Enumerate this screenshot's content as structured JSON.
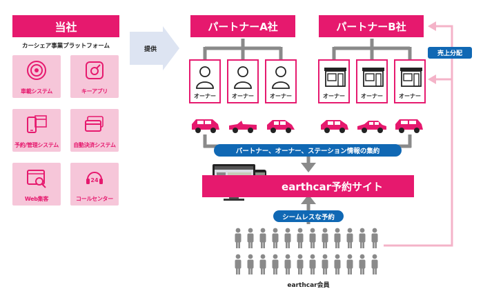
{
  "left": {
    "header": "当社",
    "subtitle": "カーシェア事業プラットフォーム",
    "tiles": [
      {
        "label": "車載システム",
        "icon": "device-icon"
      },
      {
        "label": "キーアプリ",
        "icon": "key-app-icon"
      },
      {
        "label": "予約/管理システム",
        "icon": "phone-calendar-icon"
      },
      {
        "label": "自動決済システム",
        "icon": "credit-card-icon"
      },
      {
        "label": "Web集客",
        "icon": "browser-search-icon"
      },
      {
        "label": "コールセンター",
        "icon": "headset-24-icon"
      }
    ]
  },
  "provide_label": "提供",
  "partner_a": {
    "title": "パートナーA社",
    "owners": [
      "オーナー",
      "オーナー",
      "オーナー"
    ]
  },
  "partner_b": {
    "title": "パートナーB社",
    "owners": [
      "オーナー",
      "オーナー",
      "オーナー"
    ]
  },
  "aggregation_label": "パートナー、オーナー、ステーション情報の集約",
  "reservation_site": "earthcar予約サイト",
  "seamless_label": "シームレスな予約",
  "members_label": "earthcar会員",
  "revenue_label": "売上分配",
  "colors": {
    "brand_pink": "#e6196e",
    "light_pink": "#f6c6d9",
    "flow_pink": "#f4b3c8",
    "blue": "#1068b4",
    "gray": "#8a8a8a"
  }
}
